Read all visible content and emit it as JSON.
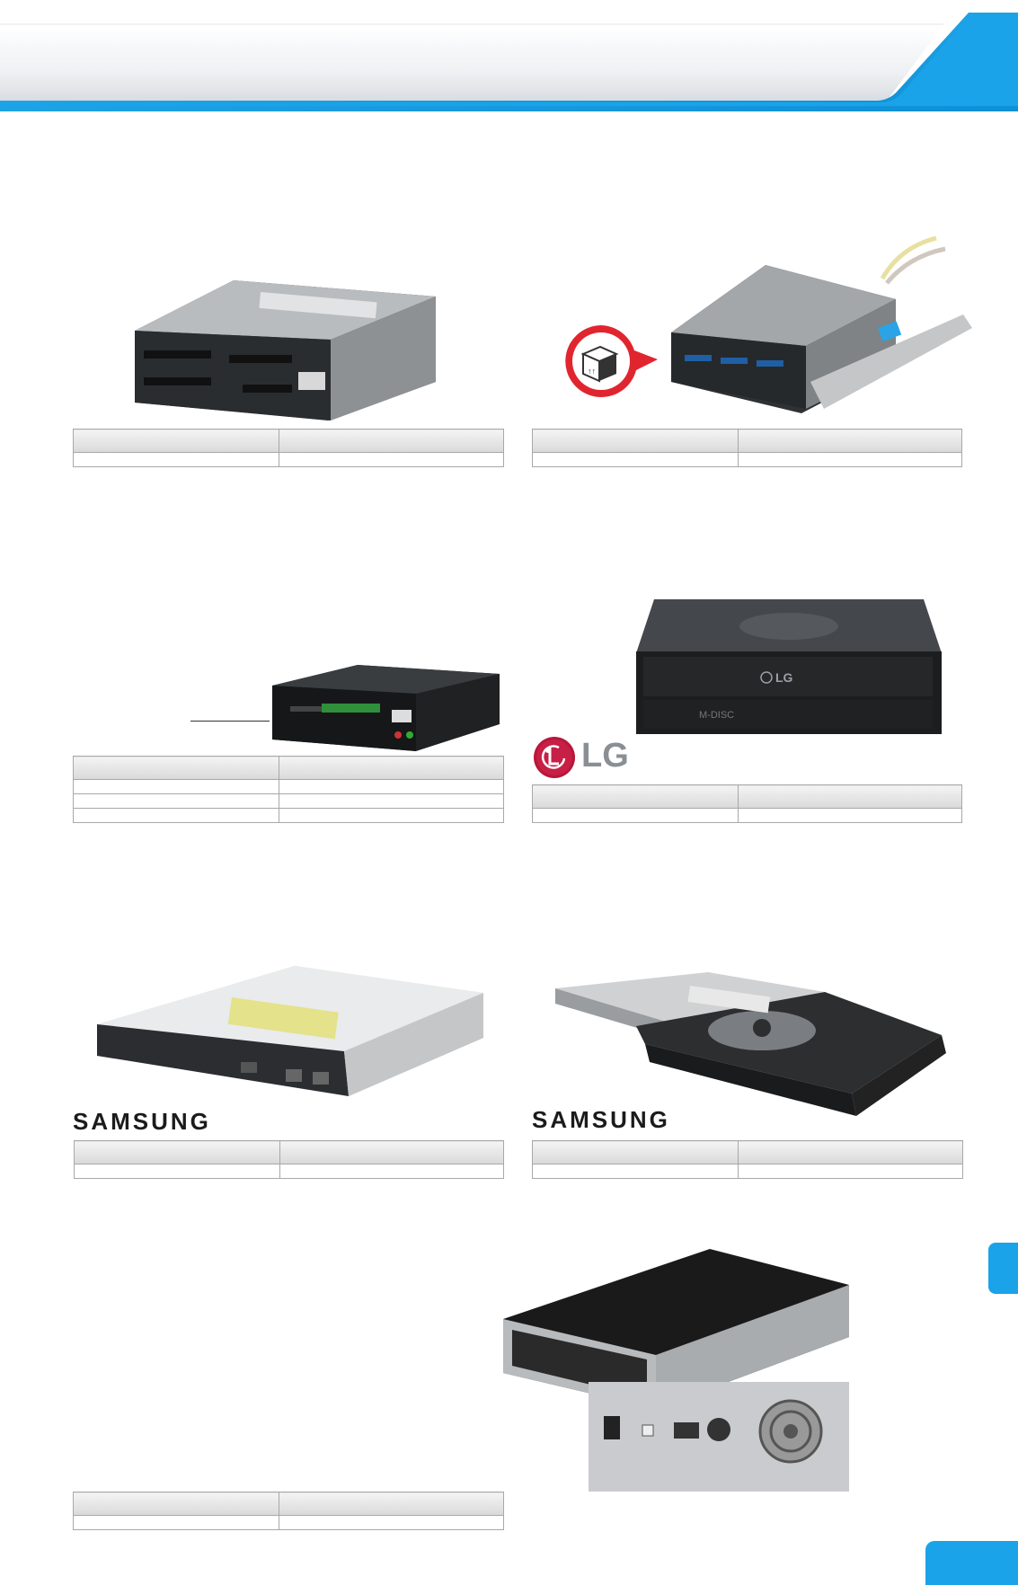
{
  "brands": {
    "lg": "LG",
    "samsung_1": "SAMSUNG",
    "samsung_2": "SAMSUNG"
  },
  "colors": {
    "accent": "#1aa3e8",
    "lg_red": "#b8173a",
    "callout_red": "#e1252f"
  },
  "icons": {
    "callout": "package-box-icon"
  }
}
